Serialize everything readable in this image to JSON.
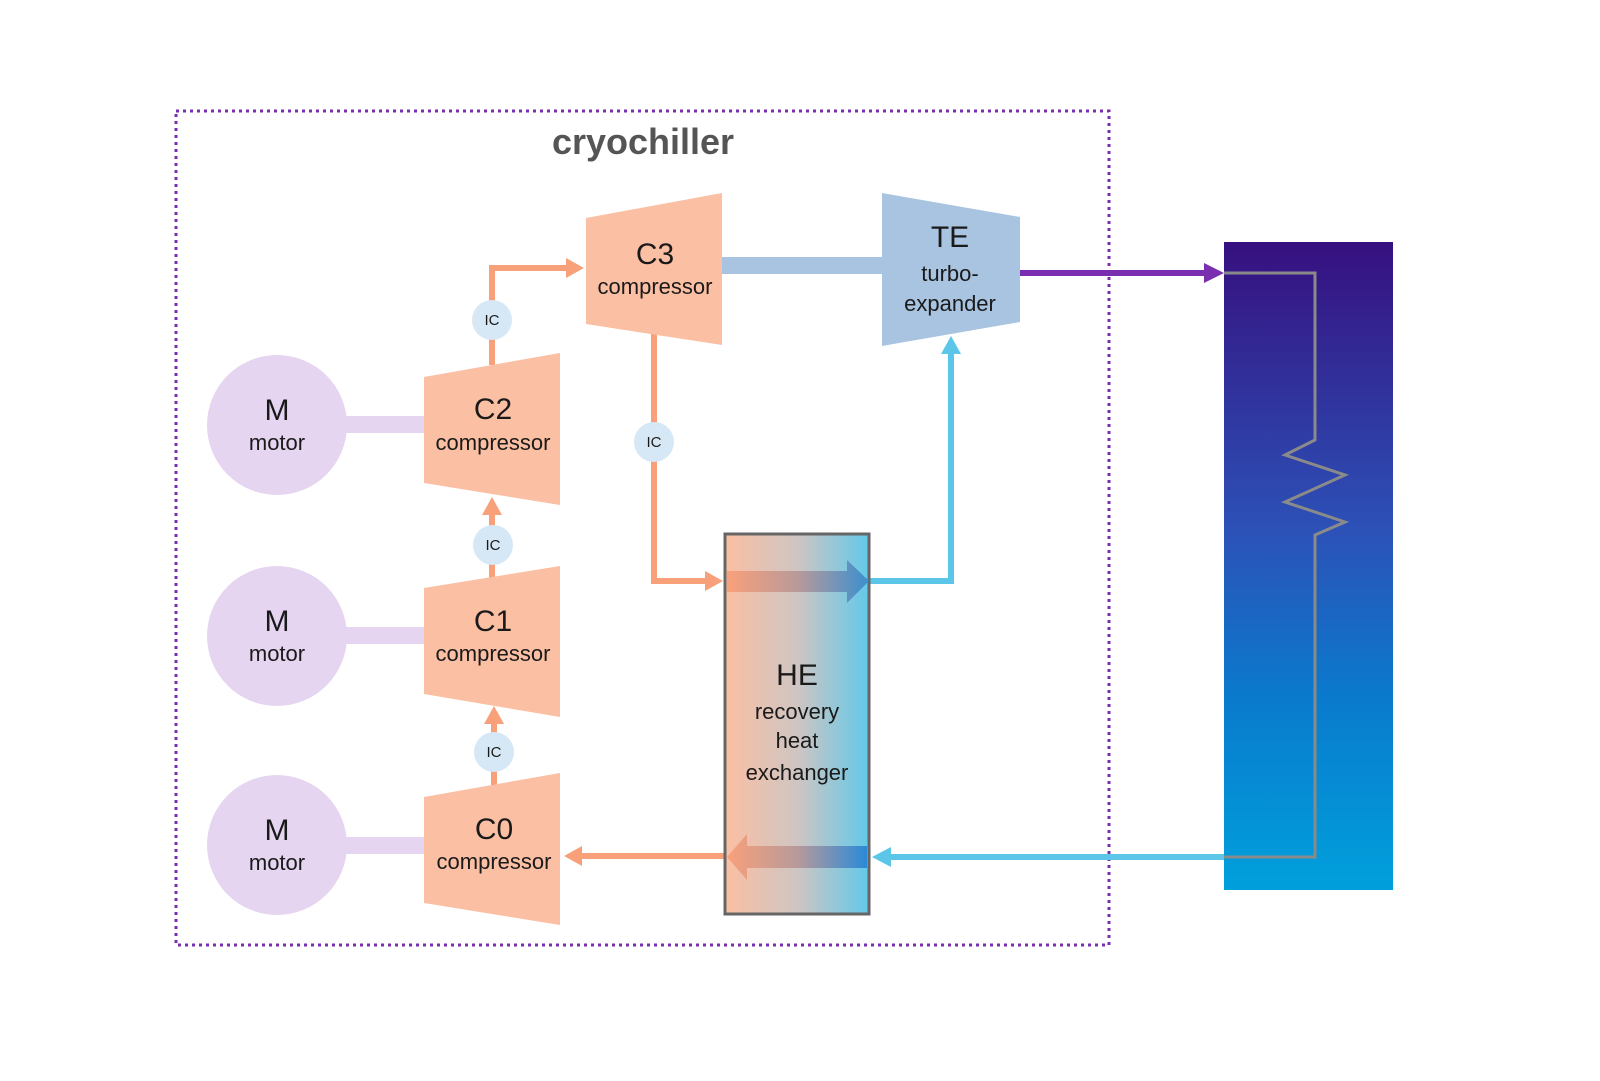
{
  "title": "cryochiller",
  "colors": {
    "boundary": "#7a2fb0",
    "compressor": "#fbbfa3",
    "compressor_flow": "#f7a07a",
    "motor": "#e5d5f0",
    "intercooler": "#d6e8f5",
    "turbo": "#a8c4e0",
    "cold_flow": "#5bc6e8",
    "outlet_flow": "#7a2fb0",
    "he_border": "#666666",
    "load_top": "#36107f",
    "load_bottom": "#00a0dc",
    "coil": "#8a8a8a"
  },
  "motors": [
    {
      "id": "M",
      "name": "motor"
    },
    {
      "id": "M",
      "name": "motor"
    },
    {
      "id": "M",
      "name": "motor"
    }
  ],
  "compressors": [
    {
      "id": "C3",
      "name": "compressor"
    },
    {
      "id": "C2",
      "name": "compressor"
    },
    {
      "id": "C1",
      "name": "compressor"
    },
    {
      "id": "C0",
      "name": "compressor"
    }
  ],
  "intercoolers": [
    "IC",
    "IC",
    "IC",
    "IC"
  ],
  "turbo_expander": {
    "id": "TE",
    "line1": "turbo-",
    "line2": "expander"
  },
  "heat_exchanger": {
    "id": "HE",
    "line1": "recovery",
    "line2": "heat",
    "line3": "exchanger"
  }
}
